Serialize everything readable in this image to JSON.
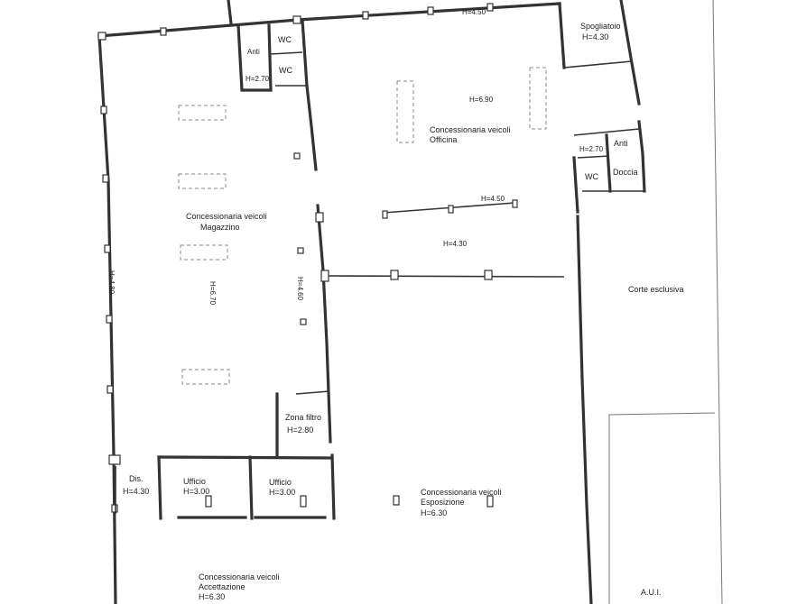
{
  "rooms": {
    "top_height": "H=4.50",
    "spogliatoio": {
      "name": "Spogliatoio",
      "height": "H=4.30"
    },
    "anti_top": "Anti",
    "wc_top_1": "WC",
    "wc_top_2": "WC",
    "anti_top_height": "H=2.70",
    "officina": {
      "height": "H=6.90",
      "name_1": "Concessionaria veicoli",
      "name_2": "Officina"
    },
    "anti_right": "Anti",
    "anti_right_height": "H=2.70",
    "wc_right": "WC",
    "doccia": "Doccia",
    "beam_height": "H=4.50",
    "mid_height": "H=4.30",
    "magazzino": {
      "name_1": "Concessionaria veicoli",
      "name_2": "Magazzino",
      "height": "H=6.70"
    },
    "left_wall_height": "H=4.80",
    "partition_height": "H=4.60",
    "corte": "Corte esclusiva",
    "zona_filtro": {
      "name": "Zona filtro",
      "height": "H=2.80"
    },
    "dis": {
      "name": "Dis.",
      "height": "H=4.30"
    },
    "ufficio_1": {
      "name": "Ufficio",
      "height": "H=3.00"
    },
    "ufficio_2": {
      "name": "Ufficio",
      "height": "H=3.00"
    },
    "esposizione": {
      "name_1": "Concessionaria veicoli",
      "name_2": "Esposizione",
      "height": "H=6.30"
    },
    "accettazione": {
      "name_1": "Concessionaria veicoli",
      "name_2": "Accettazione",
      "height": "H=6.30"
    },
    "aui": "A.U.I."
  }
}
